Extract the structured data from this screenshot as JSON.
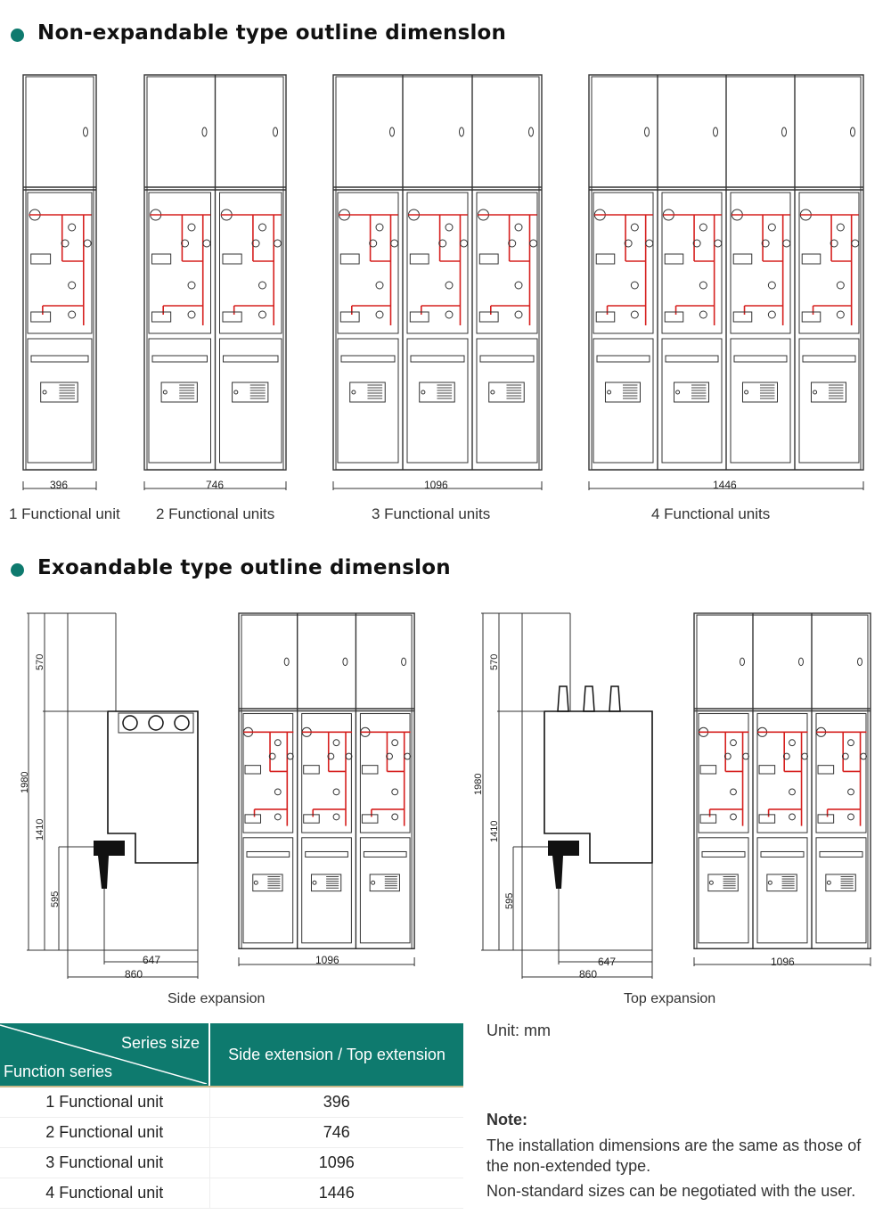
{
  "section1": {
    "title": "Non-expandable type outline dimenslon"
  },
  "non_expandable": [
    {
      "units": 1,
      "width": "396",
      "caption": "1 Functional unit"
    },
    {
      "units": 2,
      "width": "746",
      "caption": "2 Functional units"
    },
    {
      "units": 3,
      "width": "1096",
      "caption": "3 Functional units"
    },
    {
      "units": 4,
      "width": "1446",
      "caption": "4 Functional units"
    }
  ],
  "section2": {
    "title": "Exoandable type outline dimenslon"
  },
  "side_expansion": {
    "caption": "Side expansion",
    "dims": {
      "h_total": "1980",
      "h_top": "570",
      "h_lower": "1410",
      "h_cable": "595",
      "d_cable": "647",
      "d_total": "860"
    },
    "front_width": "1096"
  },
  "top_expansion": {
    "caption": "Top expansion",
    "dims": {
      "h_total": "1980",
      "h_top": "570",
      "h_lower": "1410",
      "h_cable": "595",
      "d_cable": "647",
      "d_total": "860"
    },
    "front_width": "1096"
  },
  "table": {
    "header_series_size": "Series size",
    "header_function_series": "Function series",
    "header_value": "Side extension / Top extension",
    "rows": [
      {
        "label": "1 Functional unit",
        "value": "396"
      },
      {
        "label": "2 Functional unit",
        "value": "746"
      },
      {
        "label": "3 Functional unit",
        "value": "1096"
      },
      {
        "label": "4 Functional unit",
        "value": "1446"
      }
    ]
  },
  "unit": "Unit: mm",
  "note": {
    "title": "Note:",
    "lines": [
      "The installation dimensions are the same as those of the non-extended type.",
      "Non-standard sizes can be negotiated with the user."
    ]
  },
  "colors": {
    "accent": "#0e7a6e",
    "busbar": "#d6201f"
  }
}
